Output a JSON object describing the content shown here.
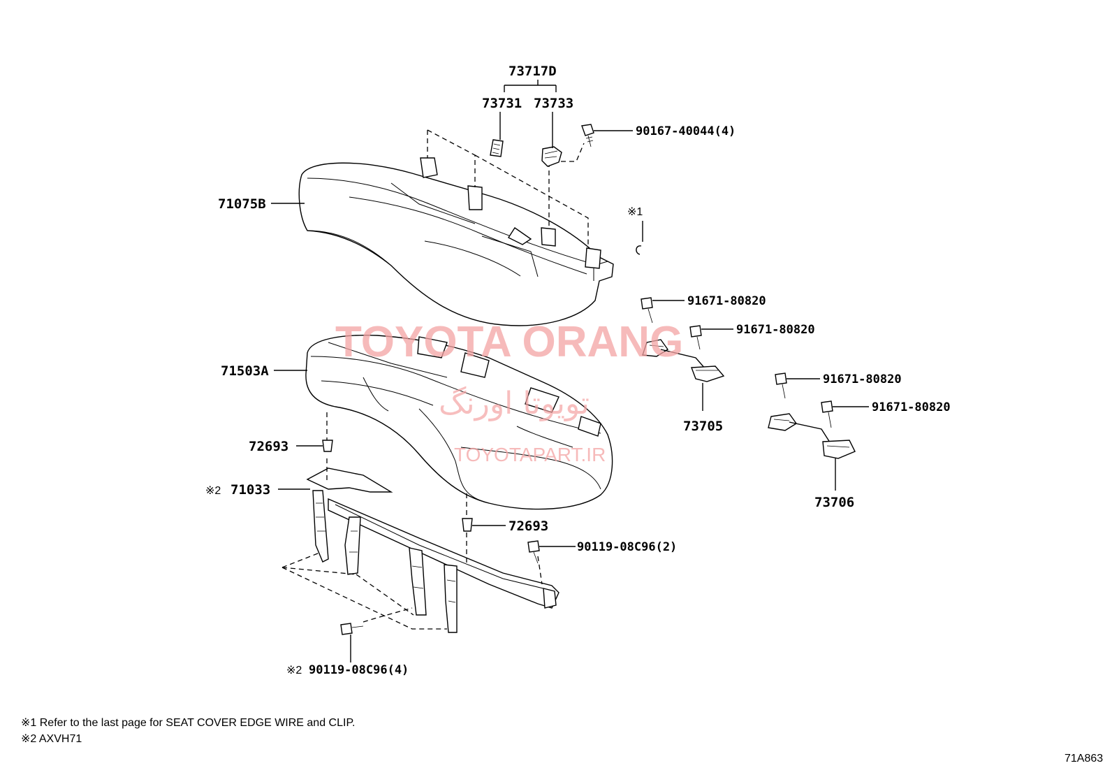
{
  "parts": {
    "p73717D": "73717D",
    "p73731": "73731",
    "p73733": "73733",
    "p90167": "90167-40044(4)",
    "p71075B": "71075B",
    "note1_marker": "※1",
    "p91671_a": "91671-80820",
    "p91671_b": "91671-80820",
    "p91671_c": "91671-80820",
    "p91671_d": "91671-80820",
    "p71503A": "71503A",
    "p73705": "73705",
    "p73706": "73706",
    "p72693_a": "72693",
    "p72693_b": "72693",
    "p71033_marker": "※2",
    "p71033": "71033",
    "p90119_a": "90119-08C96(2)",
    "p90119_b_marker": "※2",
    "p90119_b": "90119-08C96(4)"
  },
  "notes": {
    "note1": "※1 Refer to the last page for SEAT COVER EDGE WIRE and CLIP.",
    "note2": "※2 AXVH71"
  },
  "diagram_code": "71A863",
  "watermark": {
    "main": "TOYOTA ORANG",
    "persian": "تویوتا اورنگ",
    "site": "TOYOTAPART.IR"
  },
  "colors": {
    "watermark": "#f4a3a3",
    "line": "#000000",
    "background": "#ffffff"
  }
}
